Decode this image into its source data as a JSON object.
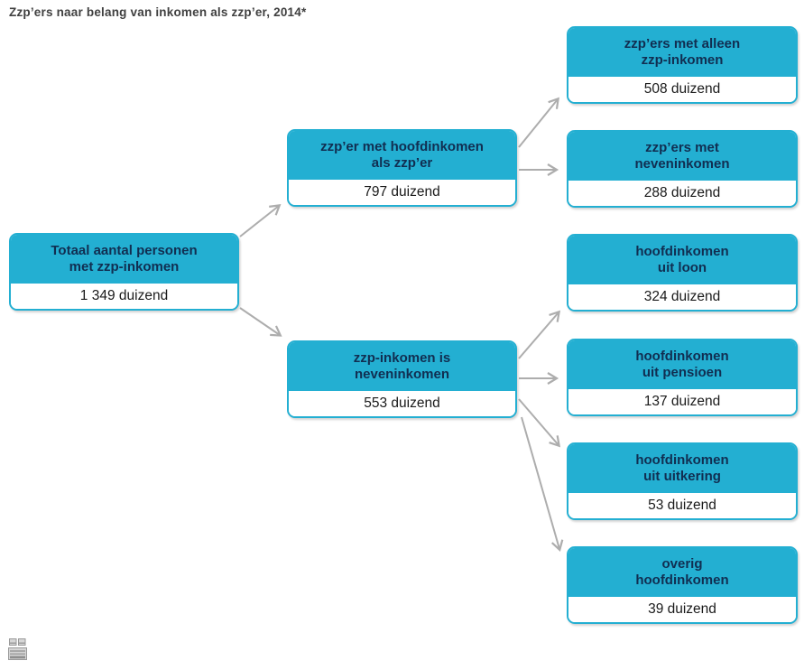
{
  "title": "Zzp’ers naar belang van inkomen als zzp’er, 2014*",
  "colors": {
    "accent": "#23afd2",
    "header_text": "#112e51",
    "value_text": "#1a1a1a",
    "arrow": "#adadad",
    "title_text": "#404040"
  },
  "boxes": {
    "total": {
      "line1": "Totaal aantal personen",
      "line2": "met zzp-inkomen",
      "value": "1 349 duizend"
    },
    "hoofdinkomen": {
      "line1": "zzp’er met hoofdinkomen",
      "line2": "als zzp’er",
      "value": "797 duizend"
    },
    "neveninkomen": {
      "line1": "zzp-inkomen is",
      "line2": "neveninkomen",
      "value": "553 duizend"
    },
    "alleen_zzp": {
      "line1": "zzp’ers met alleen",
      "line2": "zzp-inkomen",
      "value": "508 duizend"
    },
    "met_neveninkomen": {
      "line1": "zzp’ers met",
      "line2": "neveninkomen",
      "value": "288 duizend"
    },
    "uit_loon": {
      "line1": "hoofdinkomen",
      "line2": "uit loon",
      "value": "324 duizend"
    },
    "uit_pensioen": {
      "line1": "hoofdinkomen",
      "line2": "uit pensioen",
      "value": "137 duizend"
    },
    "uit_uitkering": {
      "line1": "hoofdinkomen",
      "line2": "uit uitkering",
      "value": "53 duizend"
    },
    "overig": {
      "line1": "overig",
      "line2": "hoofdinkomen",
      "value": "39 duizend"
    }
  },
  "edges": [
    {
      "from": "total",
      "to": "hoofdinkomen"
    },
    {
      "from": "total",
      "to": "neveninkomen"
    },
    {
      "from": "hoofdinkomen",
      "to": "alleen_zzp"
    },
    {
      "from": "hoofdinkomen",
      "to": "met_neveninkomen"
    },
    {
      "from": "neveninkomen",
      "to": "uit_loon"
    },
    {
      "from": "neveninkomen",
      "to": "uit_pensioen"
    },
    {
      "from": "neveninkomen",
      "to": "uit_uitkering"
    },
    {
      "from": "neveninkomen",
      "to": "overig"
    }
  ],
  "icons": {
    "download_table_icon": "table-download"
  }
}
